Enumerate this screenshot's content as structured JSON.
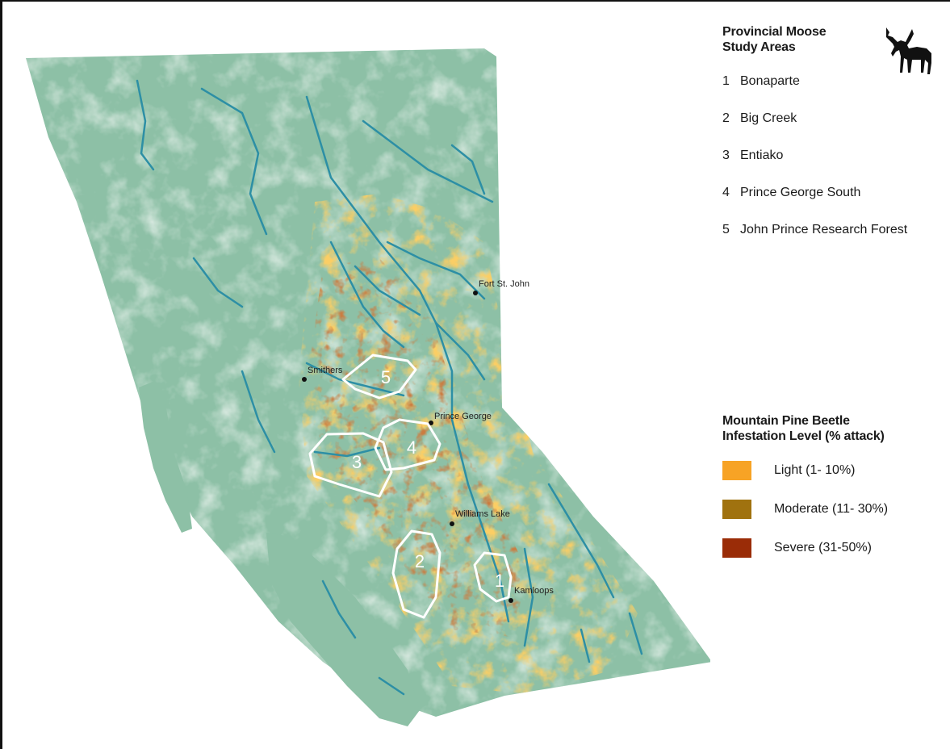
{
  "legend": {
    "study_title_line1": "Provincial Moose",
    "study_title_line2": "Study Areas",
    "study_areas": [
      {
        "num": "1",
        "name": "Bonaparte"
      },
      {
        "num": "2",
        "name": "Big Creek"
      },
      {
        "num": "3",
        "name": "Entiako"
      },
      {
        "num": "4",
        "name": "Prince George South"
      },
      {
        "num": "5",
        "name": "John Prince Research Forest"
      }
    ],
    "moose_icon": "moose-silhouette-icon",
    "beetle_title_line1": "Mountain Pine Beetle",
    "beetle_title_line2": "Infestation Level (% attack)",
    "infestation_levels": [
      {
        "label": "Light (1- 10%)",
        "color": "#f7a325"
      },
      {
        "label": "Moderate (11- 30%)",
        "color": "#a0720f"
      },
      {
        "label": "Severe (31-50%)",
        "color": "#9a2c07"
      }
    ]
  },
  "cities": [
    "Fort St. John",
    "Smithers",
    "Prince George",
    "Williams Lake",
    "Kamloops"
  ],
  "study_area_markers": [
    "1",
    "2",
    "3",
    "4",
    "5"
  ],
  "colors": {
    "land": "#8dc0a6",
    "river": "#2d8fa5",
    "area_outline": "#ffffff"
  }
}
